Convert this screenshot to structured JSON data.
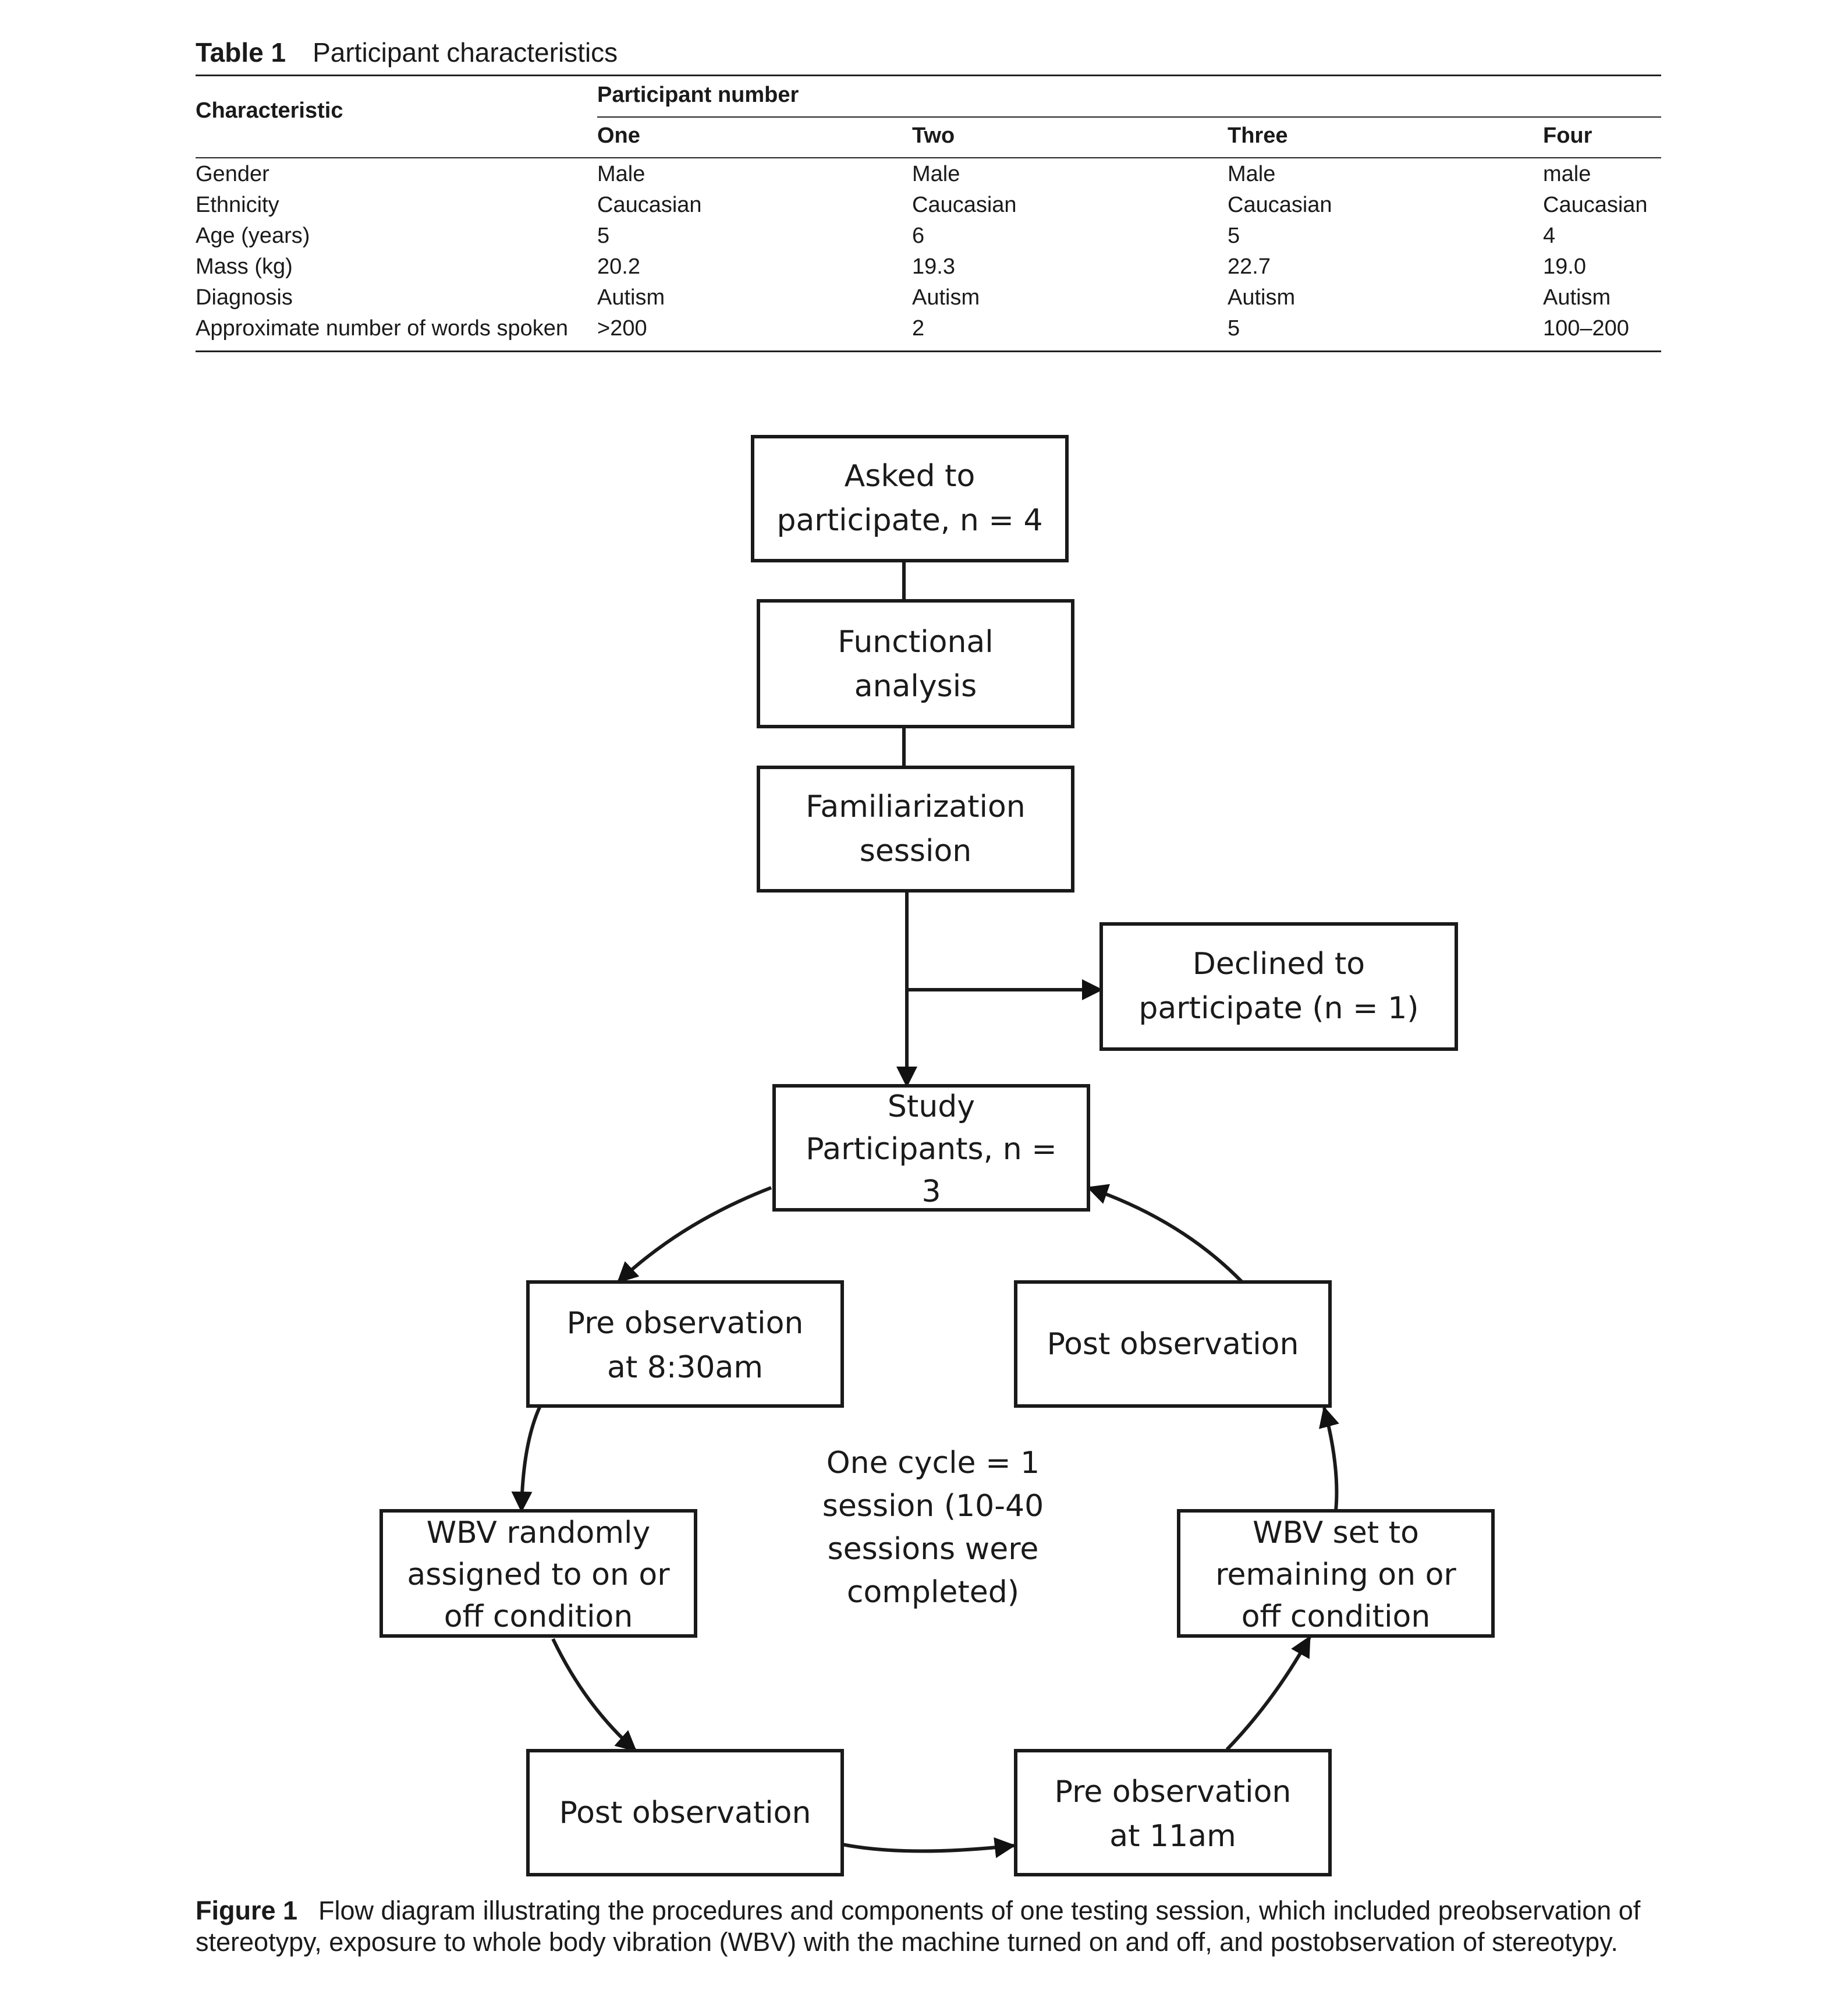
{
  "table": {
    "label": "Table 1",
    "title": "Participant characteristics",
    "characteristic_header": "Characteristic",
    "group_header": "Participant number",
    "columns": [
      "One",
      "Two",
      "Three",
      "Four"
    ],
    "rows": [
      {
        "label": "Gender",
        "values": [
          "Male",
          "Male",
          "Male",
          "male"
        ]
      },
      {
        "label": "Ethnicity",
        "values": [
          "Caucasian",
          "Caucasian",
          "Caucasian",
          "Caucasian"
        ]
      },
      {
        "label": "Age (years)",
        "values": [
          "5",
          "6",
          "5",
          "4"
        ]
      },
      {
        "label": "Mass (kg)",
        "values": [
          "20.2",
          "19.3",
          "22.7",
          "19.0"
        ]
      },
      {
        "label": "Diagnosis",
        "values": [
          "Autism",
          "Autism",
          "Autism",
          "Autism"
        ]
      },
      {
        "label": "Approximate number of words spoken",
        "values": [
          ">200",
          "2",
          "5",
          "100–200"
        ]
      }
    ]
  },
  "diagram": {
    "boxes": [
      {
        "id": "asked",
        "lines": [
          "Asked to",
          "participate, n = 4"
        ]
      },
      {
        "id": "functional",
        "lines": [
          "Functional",
          "analysis"
        ]
      },
      {
        "id": "familiarization",
        "lines": [
          "Familiarization",
          "session"
        ]
      },
      {
        "id": "declined",
        "lines": [
          "Declined to",
          "participate (n = 1)"
        ]
      },
      {
        "id": "study",
        "lines": [
          "Study",
          "Participants, n =",
          "3"
        ]
      },
      {
        "id": "pre-830",
        "lines": [
          "Pre observation",
          "at 8:30am"
        ]
      },
      {
        "id": "post-right",
        "lines": [
          "Post observation"
        ]
      },
      {
        "id": "wbv-random",
        "lines": [
          "WBV randomly",
          "assigned to on or",
          "off condition"
        ]
      },
      {
        "id": "wbv-remaining",
        "lines": [
          "WBV set to",
          "remaining on or",
          "off condition"
        ]
      },
      {
        "id": "post-left",
        "lines": [
          "Post observation"
        ]
      },
      {
        "id": "pre-11",
        "lines": [
          "Pre observation",
          "at 11am"
        ]
      }
    ],
    "center_note": [
      "One cycle = 1",
      "session (10-40",
      "sessions were",
      "completed)"
    ]
  },
  "figure": {
    "label": "Figure 1",
    "caption": "Flow diagram illustrating the procedures and components of one testing session, which included preobservation of stereotypy, exposure to whole body vibration (WBV) with the machine turned on and off, and postobservation of stereotypy."
  }
}
